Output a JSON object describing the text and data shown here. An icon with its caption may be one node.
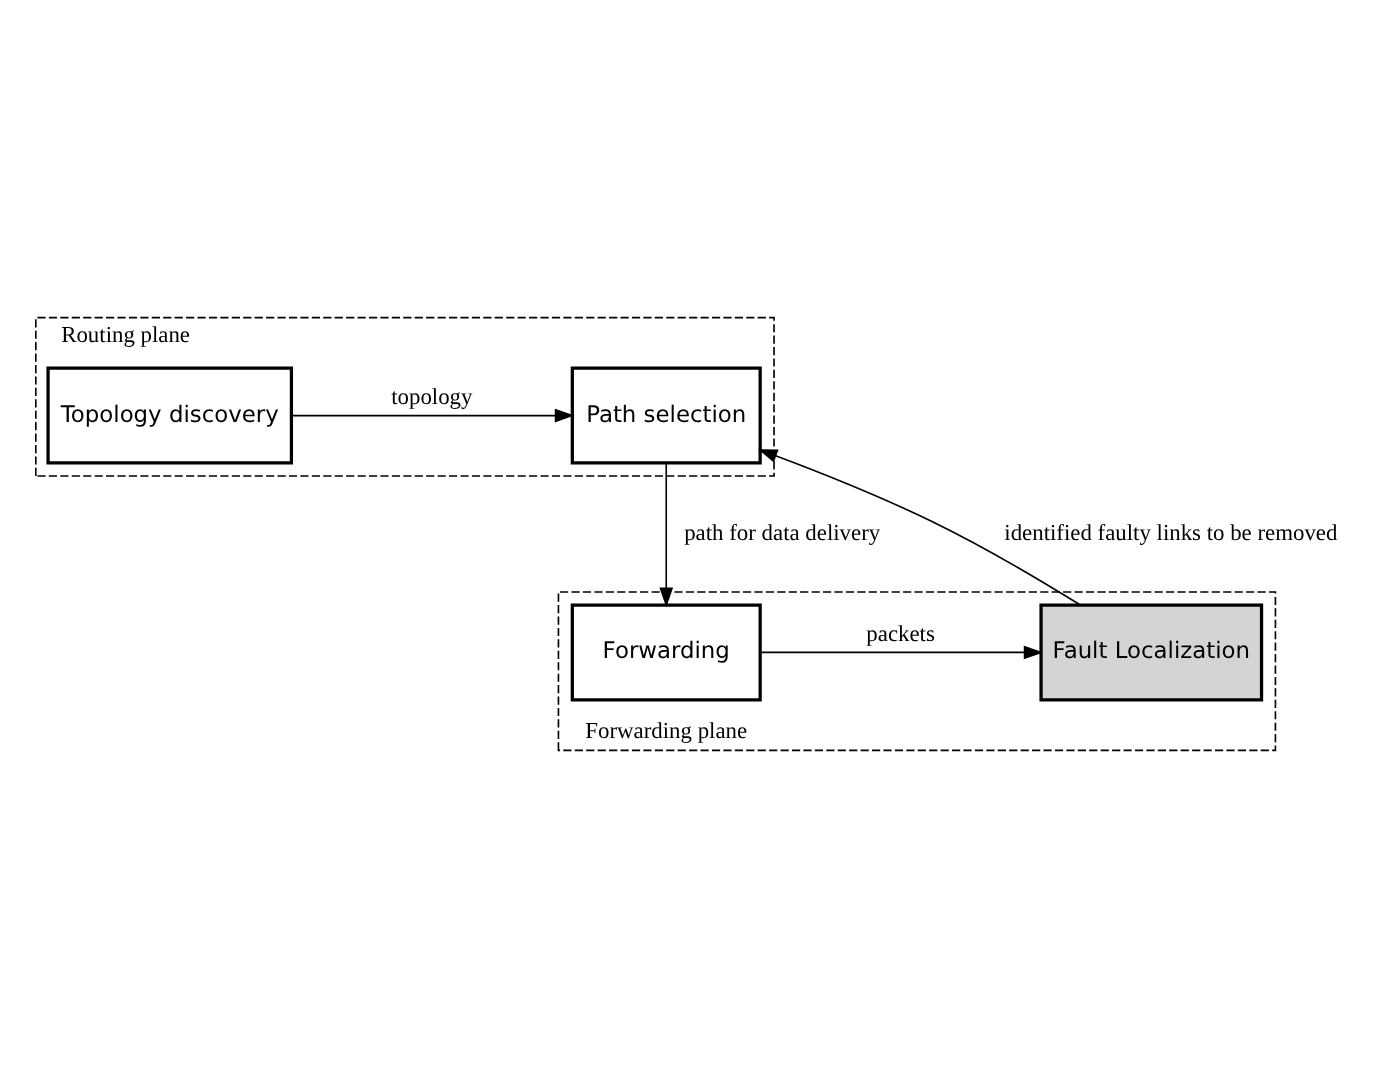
{
  "diagram": {
    "nodes": [
      {
        "text": [
          "Routing plane"
        ]
      },
      {
        "text": [
          "Path selection"
        ],
        "in": 0
      },
      {
        "text": [
          "Topology discovery"
        ],
        "in": 0
      },
      {
        "text": [
          "Forwarding plane"
        ]
      },
      {
        "text": [
          "Forwarding"
        ],
        "in": 3
      },
      {
        "text": [
          "Fault Localization"
        ],
        "in": 3
      }
    ],
    "edges": [
      {
        "from": 2,
        "to": 1,
        "arrow": "to",
        "label": "topology"
      },
      {
        "from": 5,
        "to": 1,
        "arrow": "to",
        "label": "identified faulty links to be removed"
      },
      {
        "from": 1,
        "to": 4,
        "arrow": "to",
        "label": "path for data delivery"
      },
      {
        "from": 4,
        "to": 5,
        "arrow": "to",
        "label": "packets"
      }
    ]
  }
}
